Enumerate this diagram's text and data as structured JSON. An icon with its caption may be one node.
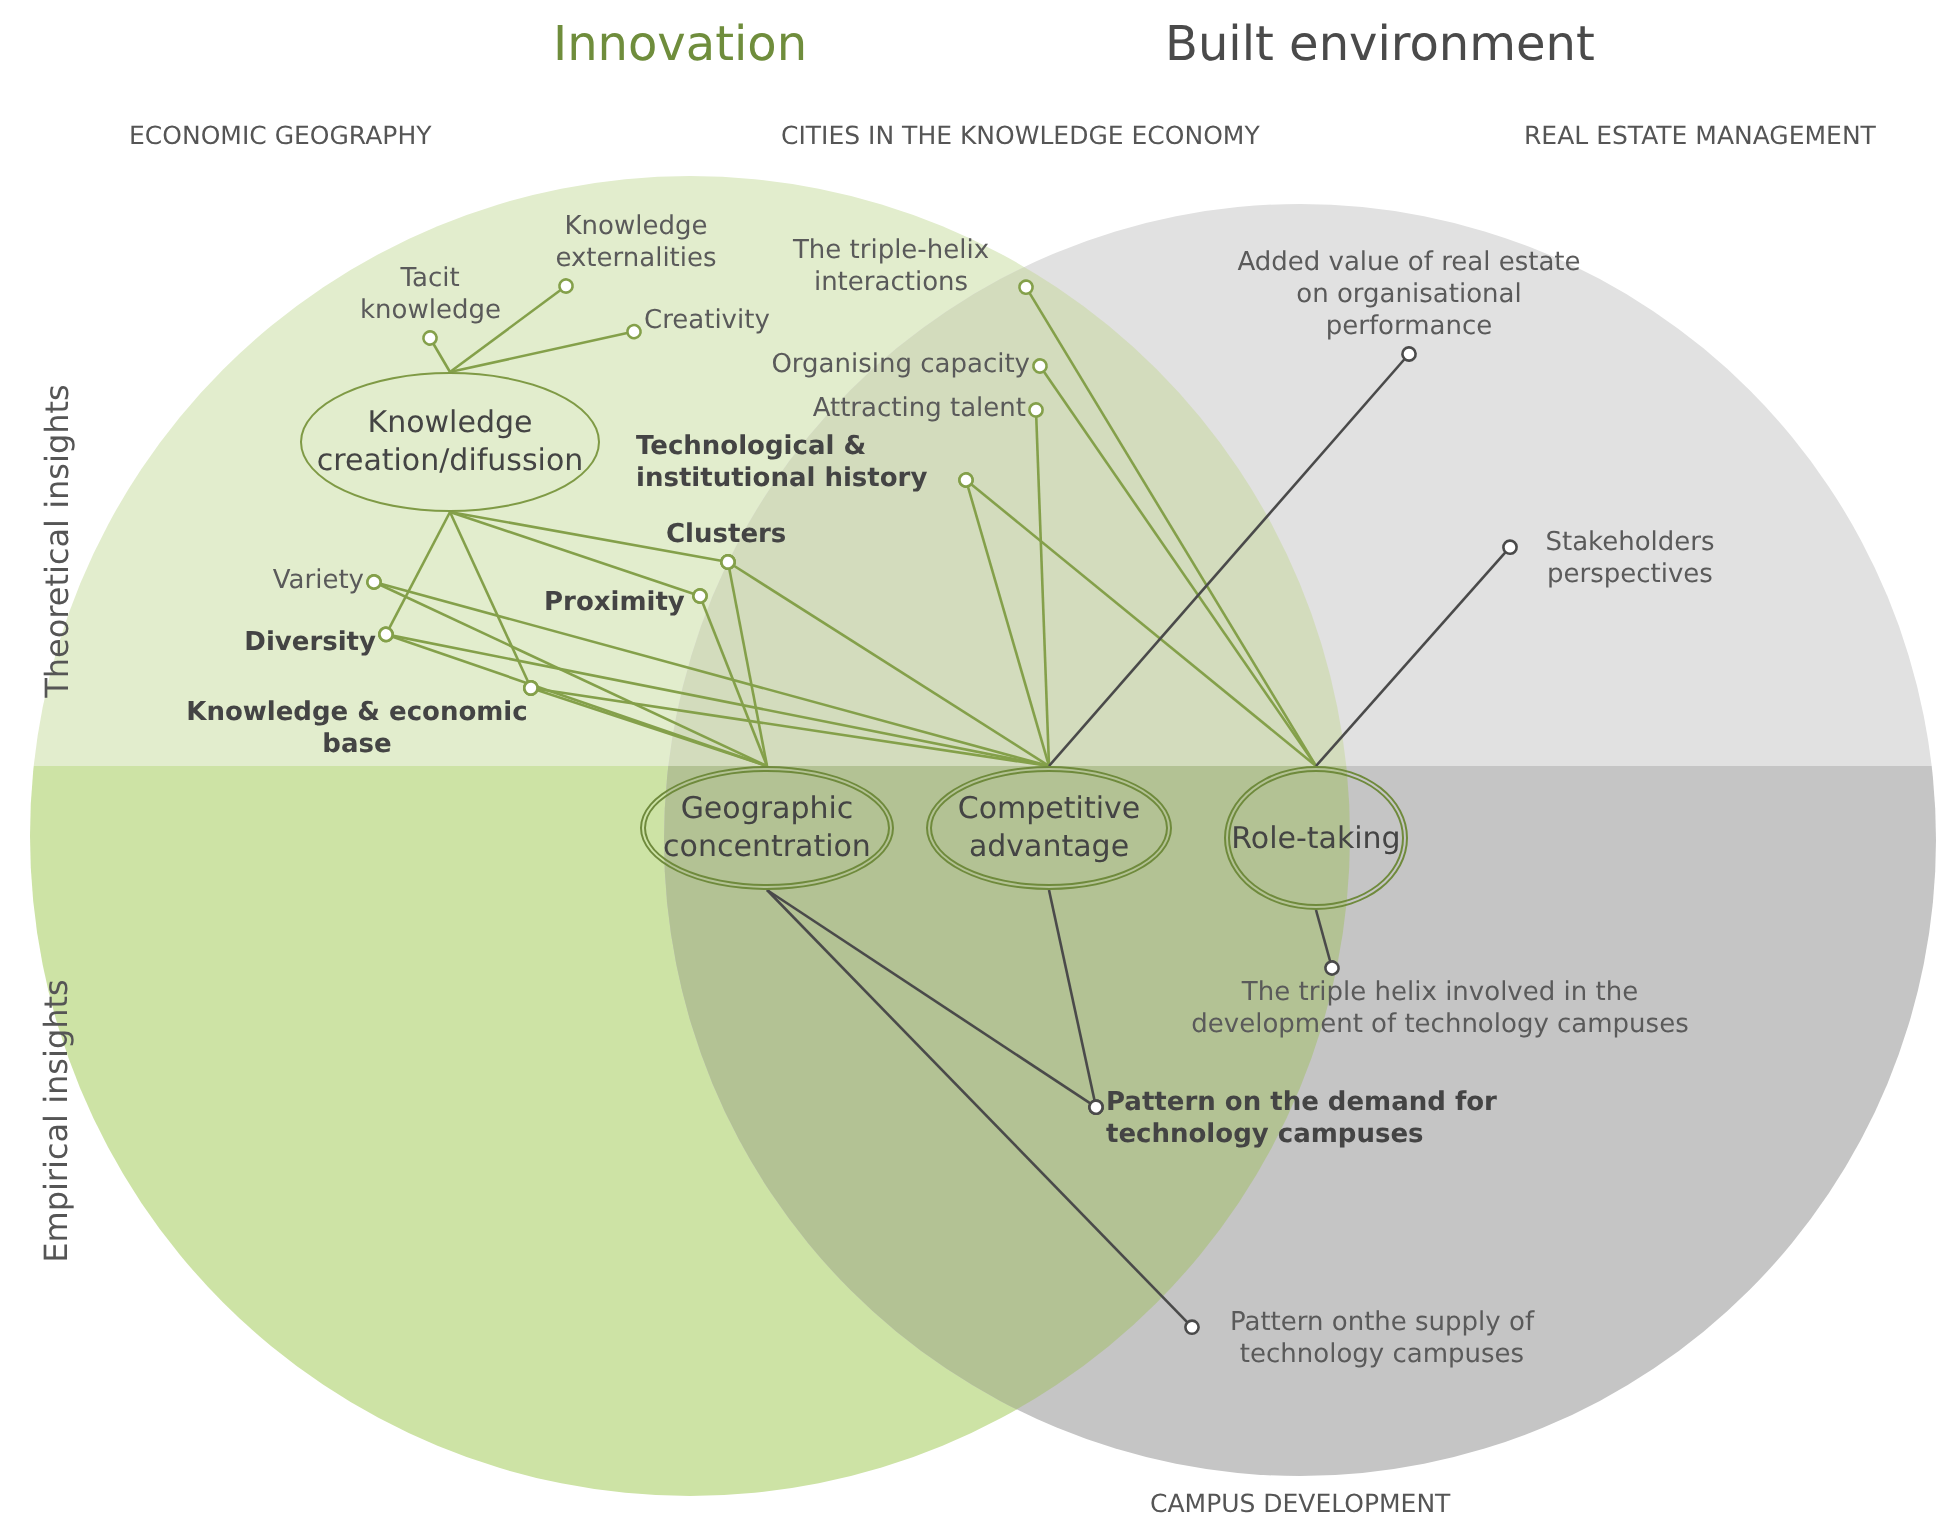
{
  "diagram": {
    "nodes": [
      {
        "text": [
          "Knowledge creation/difussion"
        ]
      },
      {
        "text": [
          "Tacit knowledge"
        ]
      },
      {
        "text": [
          "Knowledge externalities"
        ]
      },
      {
        "text": [
          "Creativity"
        ]
      },
      {
        "text": [
          "The triple-helix interactions"
        ]
      },
      {
        "text": [
          "Organising capacity"
        ]
      },
      {
        "text": [
          "Attracting talent"
        ]
      },
      {
        "text": [
          "Technological & institutional history"
        ]
      },
      {
        "text": [
          "Clusters"
        ]
      },
      {
        "text": [
          "Variety"
        ]
      },
      {
        "text": [
          "Proximity"
        ]
      },
      {
        "text": [
          "Diversity"
        ]
      },
      {
        "text": [
          "Knowledge & economic base"
        ]
      },
      {
        "text": [
          "Added value of real estate on organisational performance"
        ]
      },
      {
        "text": [
          "Stakeholders perspectives"
        ]
      },
      {
        "text": [
          "Geographic concentration"
        ]
      },
      {
        "text": [
          "Competitive advantage"
        ]
      },
      {
        "text": [
          "Role-taking"
        ]
      },
      {
        "text": [
          "The triple helix involved in the development of technology campuses"
        ]
      },
      {
        "text": [
          "Pattern on the demand for technology campuses"
        ]
      },
      {
        "text": [
          "Pattern onthe supply of technology campuses"
        ]
      }
    ],
    "edges": [
      {
        "from": 1,
        "to": 0,
        "arrow": "other"
      },
      {
        "from": 2,
        "to": 0,
        "arrow": "other"
      },
      {
        "from": 3,
        "to": 0,
        "arrow": "other"
      },
      {
        "from": 11,
        "to": 0,
        "arrow": "other"
      },
      {
        "from": 12,
        "to": 0,
        "arrow": "other"
      },
      {
        "from": 10,
        "to": 0,
        "arrow": "other"
      },
      {
        "from": 8,
        "to": 0,
        "arrow": "other"
      },
      {
        "from": 9,
        "to": 15,
        "arrow": "other"
      },
      {
        "from": 9,
        "to": 16,
        "arrow": "other"
      },
      {
        "from": 11,
        "to": 15,
        "arrow": "other"
      },
      {
        "from": 11,
        "to": 16,
        "arrow": "other"
      },
      {
        "from": 12,
        "to": 15,
        "arrow": "other"
      },
      {
        "from": 12,
        "to": 16,
        "arrow": "other"
      },
      {
        "from": 10,
        "to": 15,
        "arrow": "other"
      },
      {
        "from": 8,
        "to": 15,
        "arrow": "other"
      },
      {
        "from": 8,
        "to": 16,
        "arrow": "other"
      },
      {
        "from": 7,
        "to": 16,
        "arrow": "other"
      },
      {
        "from": 7,
        "to": 17,
        "arrow": "other"
      },
      {
        "from": 6,
        "to": 16,
        "arrow": "other"
      },
      {
        "from": 5,
        "to": 17,
        "arrow": "other"
      },
      {
        "from": 4,
        "to": 17,
        "arrow": "other"
      },
      {
        "from": 13,
        "to": 16,
        "arrow": "other",
        "color": "#4a4a4a"
      },
      {
        "from": 14,
        "to": 17,
        "arrow": "other",
        "color": "#4a4a4a"
      },
      {
        "from": 18,
        "to": 17,
        "arrow": "other",
        "color": "#4a4a4a"
      },
      {
        "from": 19,
        "to": 16,
        "arrow": "other",
        "color": "#4a4a4a"
      },
      {
        "from": 19,
        "to": 15,
        "arrow": "other",
        "color": "#4a4a4a"
      },
      {
        "from": 20,
        "to": 15,
        "arrow": "other",
        "color": "#4a4a4a"
      }
    ],
    "labels": [
      "Innovation",
      "Built environment",
      "ECONOMIC GEOGRAPHY",
      "CITIES IN THE KNOWLEDGE ECONOMY",
      "REAL ESTATE MANAGEMENT",
      "Theoretical insights",
      "Empirical insights",
      "CAMPUS DEVELOPMENT"
    ]
  }
}
